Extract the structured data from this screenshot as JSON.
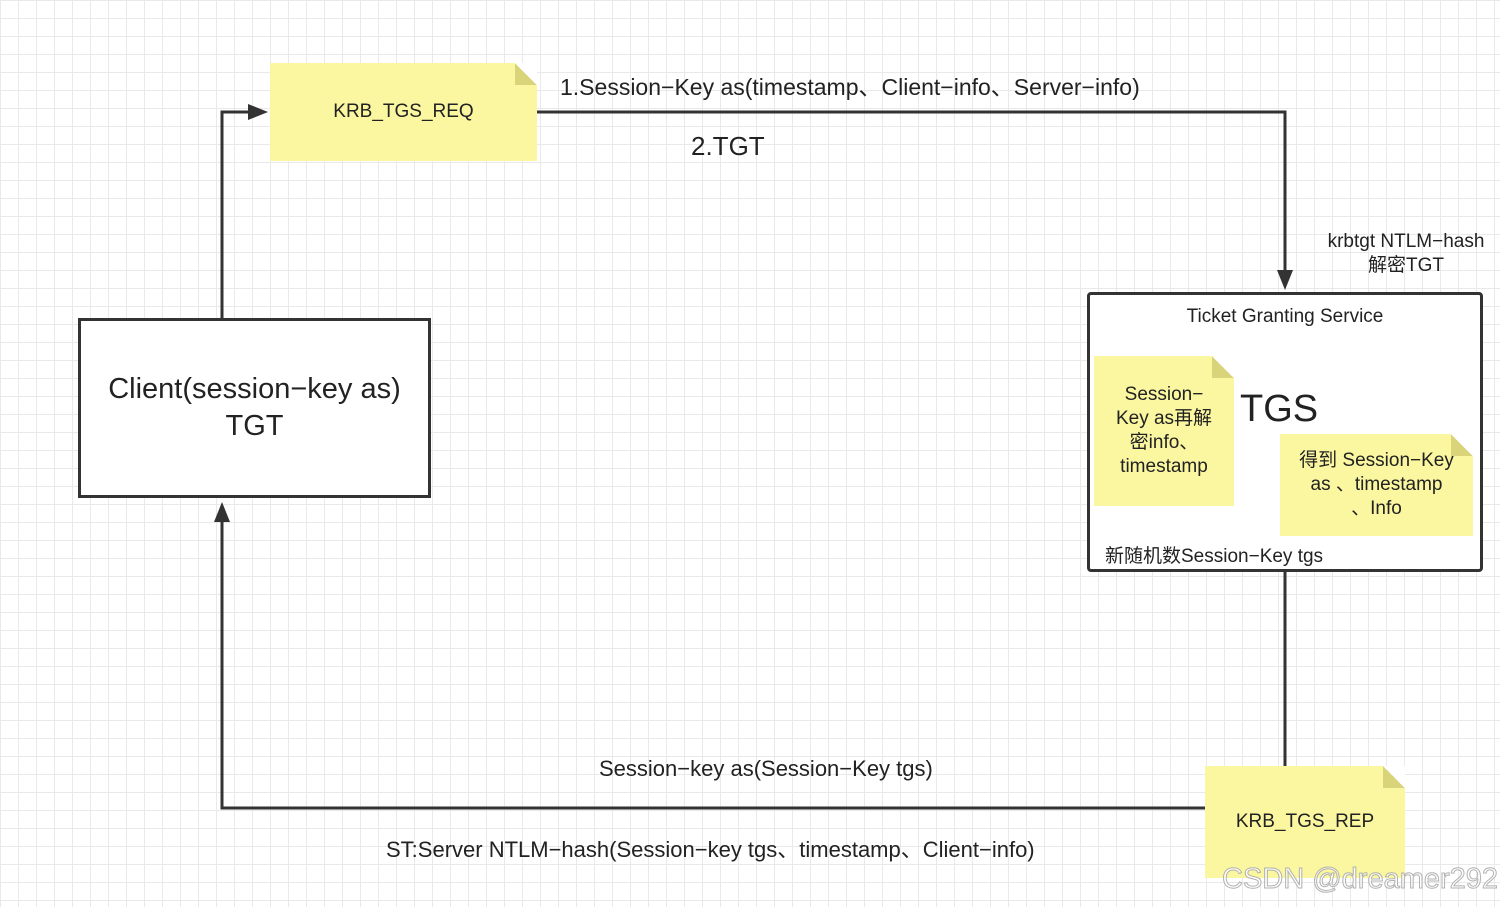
{
  "client": {
    "line1": "Client(session−key as)",
    "line2": "TGT"
  },
  "req_note": "KRB_TGS_REQ",
  "rep_note": "KRB_TGS_REP",
  "req_label1": "1.Session−Key as(timestamp、Client−info、Server−info)",
  "req_label2": "2.TGT",
  "decrypt_label": {
    "line1": "krbtgt NTLM−hash",
    "line2": "解密TGT"
  },
  "tgs": {
    "title": "Ticket Granting Service",
    "name": "TGS",
    "note_left": {
      "line1": "Session−",
      "line2": "Key as再解",
      "line3": "密info、",
      "line4": "timestamp"
    },
    "note_right": {
      "line1": "得到 Session−Key",
      "line2": "as 、timestamp",
      "line3": "、Info"
    },
    "footer": "新随机数Session−Key tgs"
  },
  "rep_label1": "Session−key as(Session−Key tgs)",
  "rep_label2": "ST:Server NTLM−hash(Session−key tgs、timestamp、Client−info)",
  "watermark": "CSDN @dreamer292",
  "colors": {
    "note": "#fbf7a1",
    "line": "#333333",
    "grid": "#e9e9e9"
  }
}
